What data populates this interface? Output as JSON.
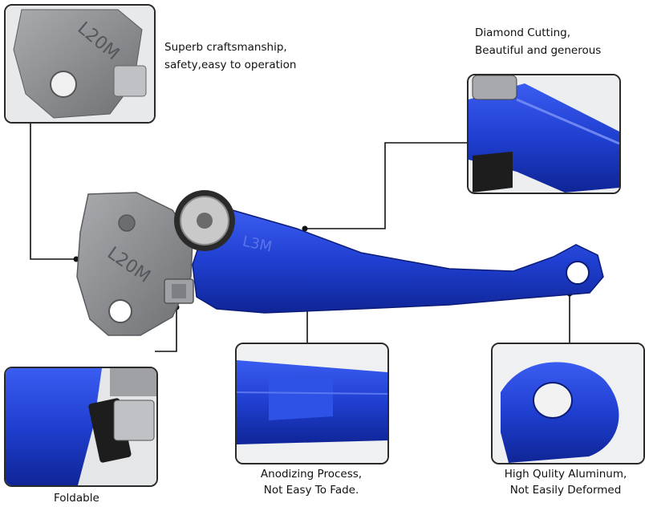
{
  "features": {
    "craftsmanship": {
      "line1": "Superb craftsmanship,",
      "line2": "safety,easy to operation"
    },
    "diamond": {
      "line1": "Diamond Cutting,",
      "line2": "Beautiful and generous"
    },
    "foldable": {
      "line1": "Foldable"
    },
    "anodizing": {
      "line1": "Anodizing Process,",
      "line2": "Not Easy To Fade."
    },
    "aluminum": {
      "line1": "High Qulity Aluminum,",
      "line2": "Not Easily Deformed"
    }
  },
  "engravings": {
    "perch": "L20M",
    "lever": "L3M"
  },
  "colors": {
    "lever_blue": "#1f3fd0",
    "metal_gray": "#8a8c8f",
    "outline": "#2a2a2a"
  }
}
